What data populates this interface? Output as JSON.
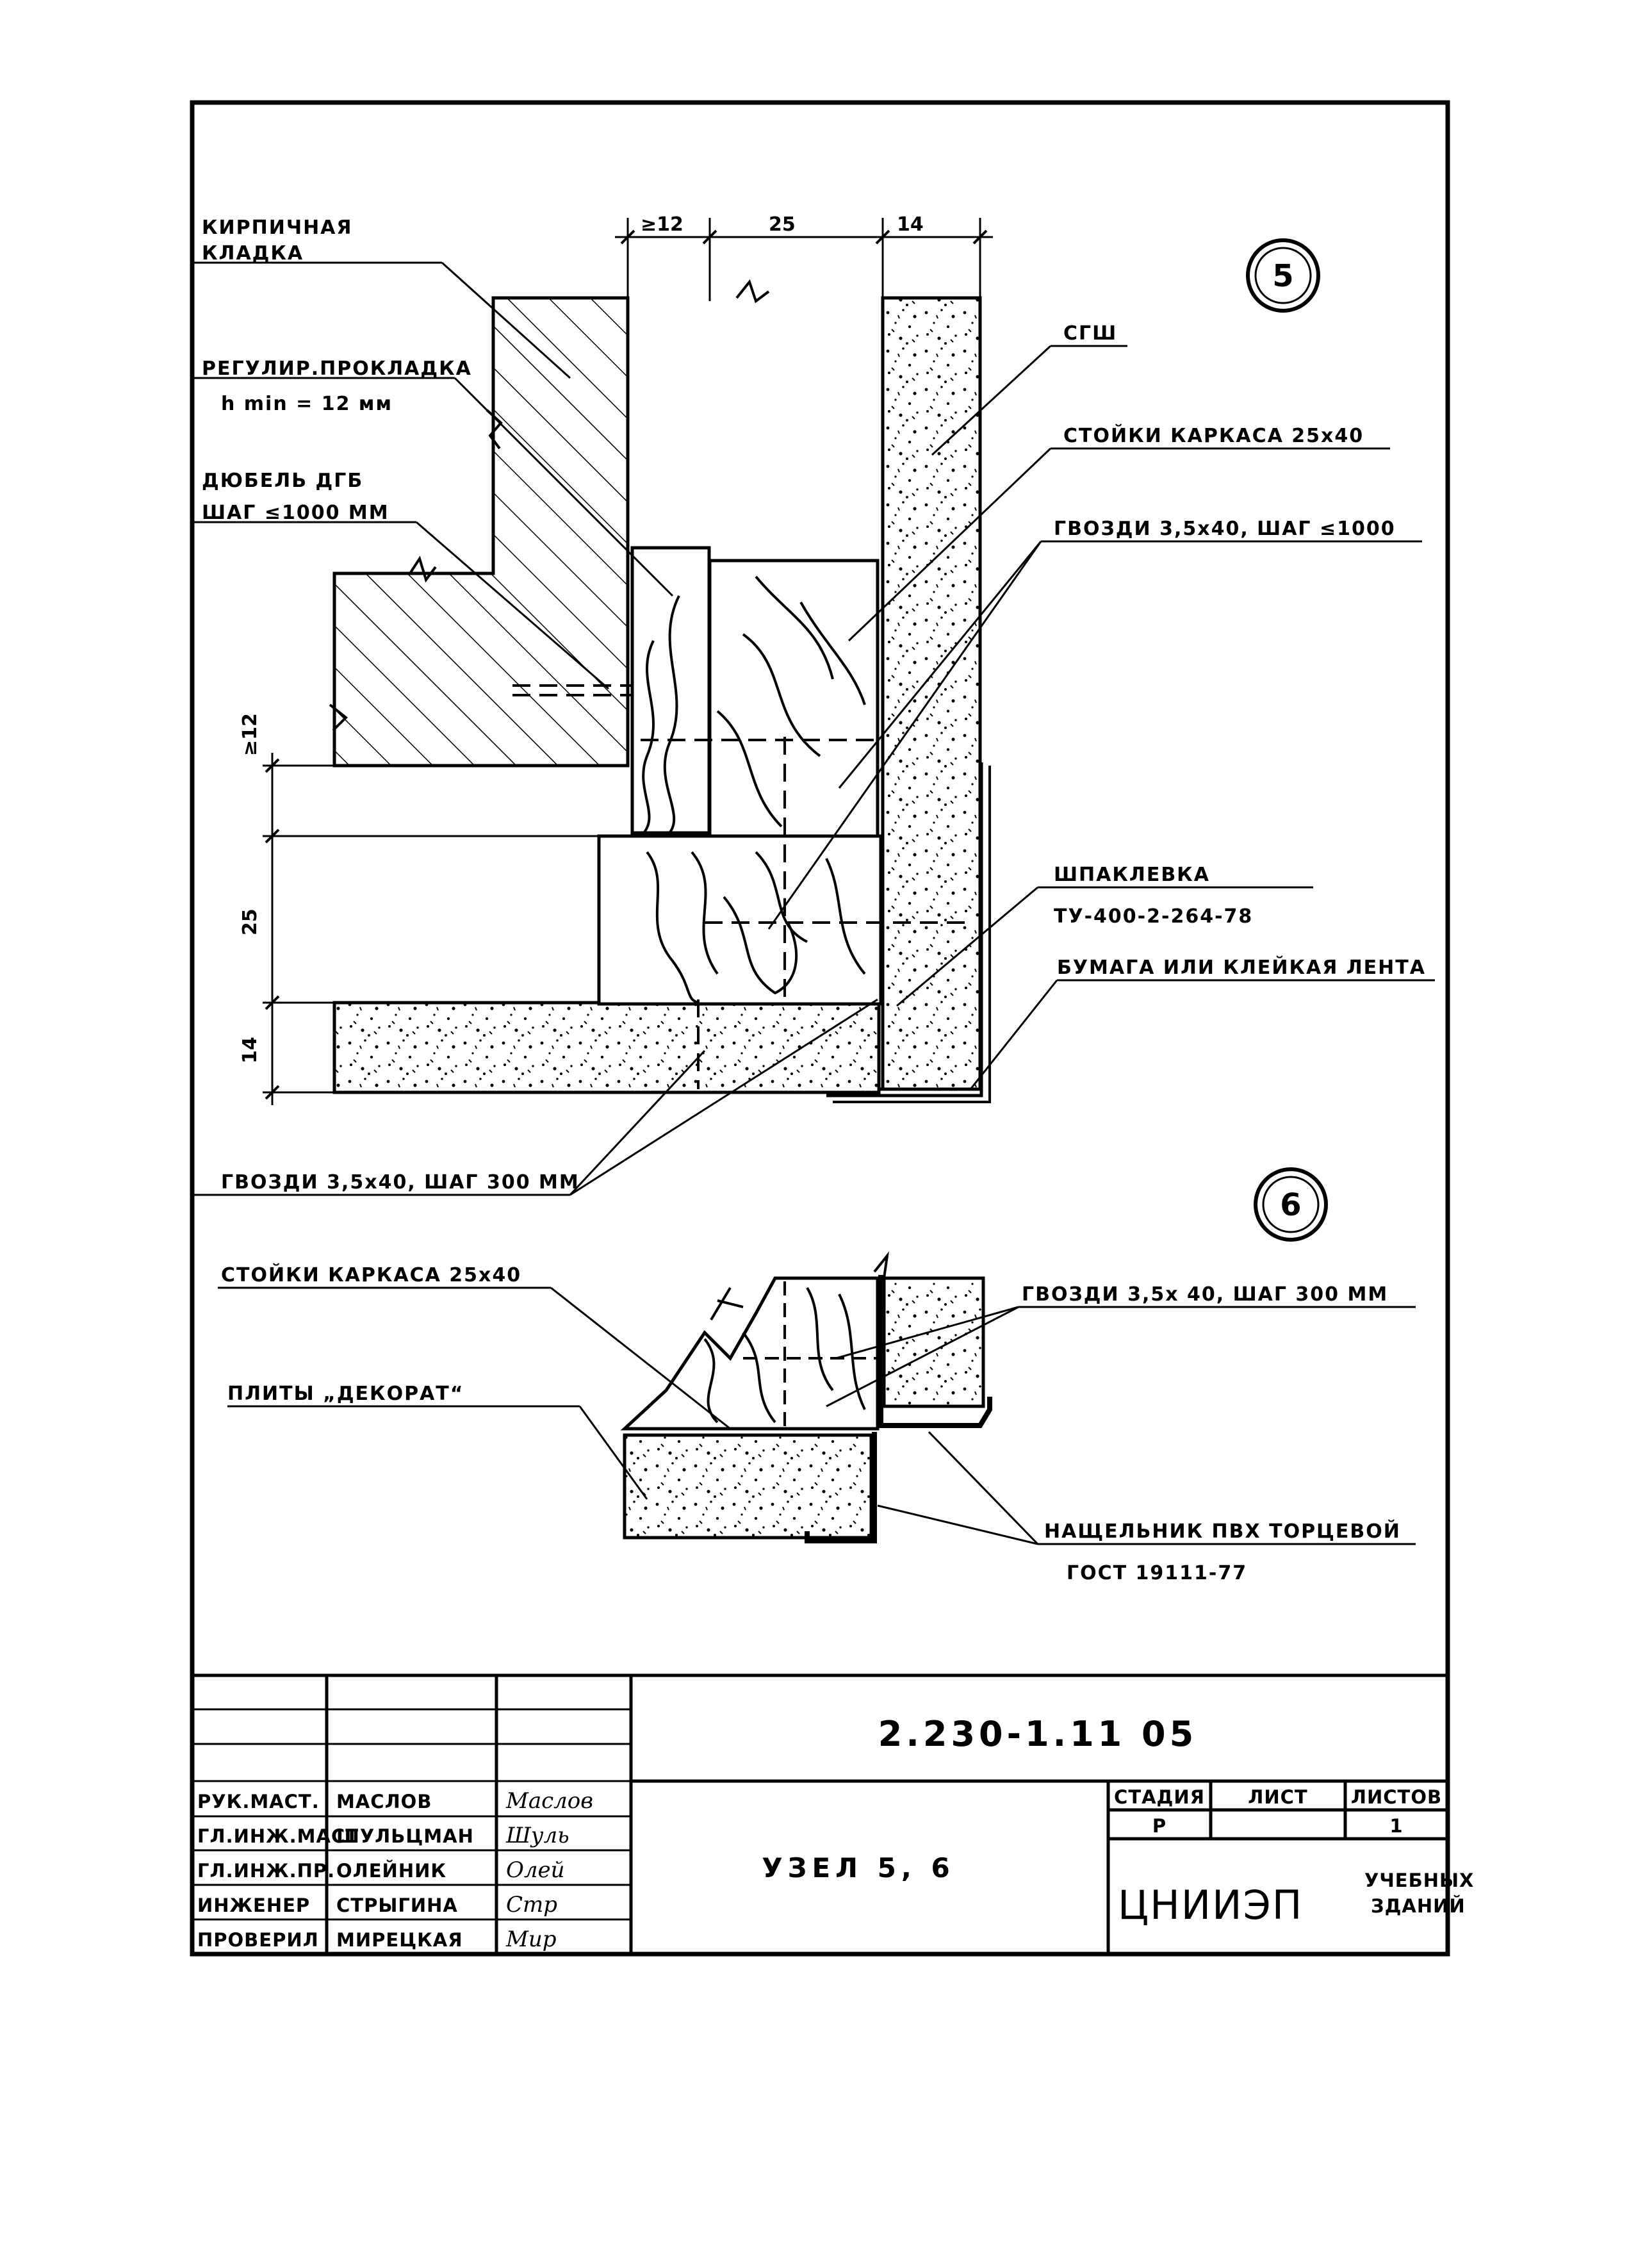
{
  "detail_5": {
    "number": "5",
    "dimensions": {
      "top_gap": "≥12",
      "top_stud": "25",
      "top_board": "14",
      "left_gap": "≥12",
      "left_stud": "25",
      "left_board": "14"
    },
    "labels": {
      "masonry_line1": "КИРПИЧНАЯ",
      "masonry_line2": "КЛАДКА",
      "shim_line1": "РЕГУЛИР.ПРОКЛАДКА",
      "shim_line2": "h min = 12 мм",
      "dowel_line1": "ДЮБЕЛЬ ДГБ",
      "dowel_line2": "ШАГ ≤1000 ММ",
      "gypsum": "СГШ",
      "studs": "СТОЙКИ КАРКАСА 25х40",
      "nails_top": "ГВОЗДИ 3,5х40, ШАГ ≤1000",
      "putty_line1": "ШПАКЛЕВКА",
      "putty_line2": "ТУ-400-2-264-78",
      "tape": "БУМАГА ИЛИ КЛЕЙКАЯ ЛЕНТА",
      "nails_bottom": "ГВОЗДИ 3,5х40, ШАГ 300 ММ"
    }
  },
  "detail_6": {
    "number": "6",
    "labels": {
      "studs": "СТОЙКИ КАРКАСА 25х40",
      "panels": "ПЛИТЫ „ДЕКОРАТ“",
      "nails": "ГВОЗДИ 3,5х 40, ШАГ 300 ММ",
      "cover_line1": "НАЩЕЛЬНИК ПВХ ТОРЦЕВОЙ",
      "cover_line2": "ГОСТ 19111-77"
    }
  },
  "title_block": {
    "code": "2.230-1.11 05",
    "node_title": "УЗЕЛ  5, 6",
    "stage_header": "СТАДИЯ",
    "sheet_header": "ЛИСТ",
    "sheets_header": "ЛИСТОВ",
    "stage": "Р",
    "sheet": "",
    "sheets": "1",
    "organization": "ЦНИИЭП",
    "organization_sub_line1": "УЧЕБНЫХ",
    "organization_sub_line2": "ЗДАНИЙ",
    "staff": [
      {
        "role": "РУК.МАСТ.",
        "name": "МАСЛОВ",
        "signature": "Маслов"
      },
      {
        "role": "ГЛ.ИНЖ.МАСТ",
        "name": "ШУЛЬЦМАН",
        "signature": "Шуль"
      },
      {
        "role": "ГЛ.ИНЖ.ПР.",
        "name": "ОЛЕЙНИК",
        "signature": "Олей"
      },
      {
        "role": "ИНЖЕНЕР",
        "name": "СТРЫГИНА",
        "signature": "Стр"
      },
      {
        "role": "ПРОВЕРИЛ",
        "name": "МИРЕЦКАЯ",
        "signature": "Мир"
      }
    ]
  }
}
